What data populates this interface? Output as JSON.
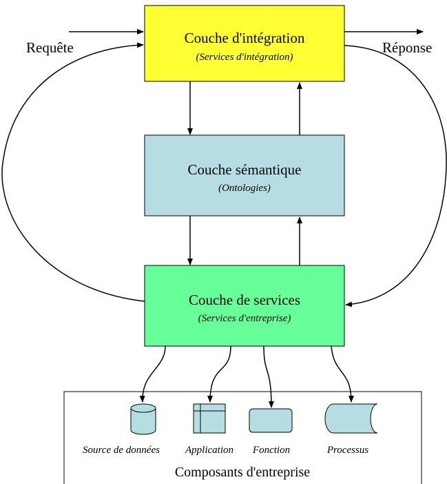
{
  "request_label": "Requête",
  "response_label": "Réponse",
  "layers": {
    "integration": {
      "title": "Couche d'intégration",
      "subtitle": "(Services d'intégration)",
      "fill": "#ffff33"
    },
    "semantic": {
      "title": "Couche sémantique",
      "subtitle": "(Ontologies)",
      "fill": "#b7dde4"
    },
    "services": {
      "title": "Couche de services",
      "subtitle": "(Services d'entreprise)",
      "fill": "#66ff99"
    }
  },
  "components": {
    "title": "Composants d'entreprise",
    "items": [
      {
        "label": "Source de données",
        "icon": "database-cylinder-icon"
      },
      {
        "label": "Application",
        "icon": "application-window-icon"
      },
      {
        "label": "Fonction",
        "icon": "rounded-rectangle-icon"
      },
      {
        "label": "Processus",
        "icon": "stored-data-icon"
      }
    ],
    "fill": "#b7dde4"
  }
}
